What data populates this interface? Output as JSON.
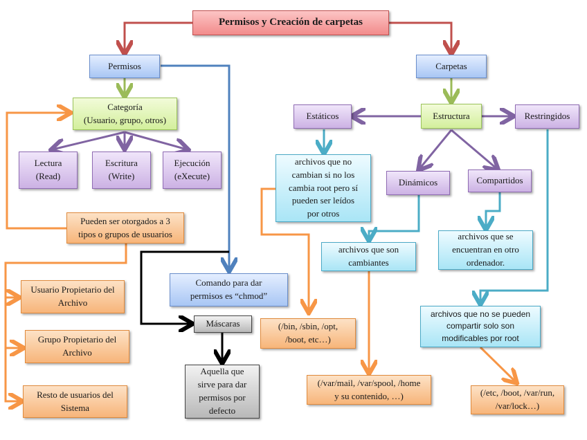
{
  "title": "Permisos y Creación de carpetas",
  "colors": {
    "title_link": "#c0504d",
    "branch_link": "#9bbb59",
    "purple_link": "#8064a2",
    "blue_link": "#4f81bd",
    "cyan_link": "#4bacc6",
    "orange_link": "#f79646",
    "black_link": "#000000"
  },
  "nodes": {
    "permisos": "Permisos",
    "carpetas": "Carpetas",
    "categoria": "Categoría\n(Usuario, grupo, otros)",
    "lectura": "Lectura\n(Read)",
    "escritura": "Escritura\n(Write)",
    "ejecucion": "Ejecución\n(eXecute)",
    "otorgados": "Pueden ser otorgados a 3\ntipos o grupos de usuarios",
    "usuario_propietario": "Usuario Propietario del\nArchivo",
    "grupo_propietario": "Grupo Propietario del\nArchivo",
    "resto_usuarios": "Resto de usuarios del\nSistema",
    "chmod": "Comando para dar\npermisos es “chmod”",
    "mascaras": "Máscaras",
    "mascaras_desc": "Aquella que\nsirve para dar\npermisos por\ndefecto",
    "estructura": "Estructura",
    "estaticos": "Estáticos",
    "restringidos": "Restringidos",
    "dinamicos": "Dinámicos",
    "compartidos": "Compartidos",
    "estaticos_desc": "archivos que no\ncambian si no los\ncambia root pero sí\npueden ser leídos\npor otros",
    "dinamicos_desc": "archivos que son\ncambiantes",
    "compartidos_desc": "archivos que se\nencuentran en otro\nordenador.",
    "restringidos_desc": "archivos que no se pueden\ncompartir solo son\nmodificables por root",
    "estaticos_ej": "(/bin, /sbin, /opt,\n/boot, etc…)",
    "dinamicos_ej": "(/var/mail, /var/spool, /home\ny su contenido, …)",
    "restringidos_ej": "(/etc, /boot, /var/run,\n/var/lock…)"
  }
}
